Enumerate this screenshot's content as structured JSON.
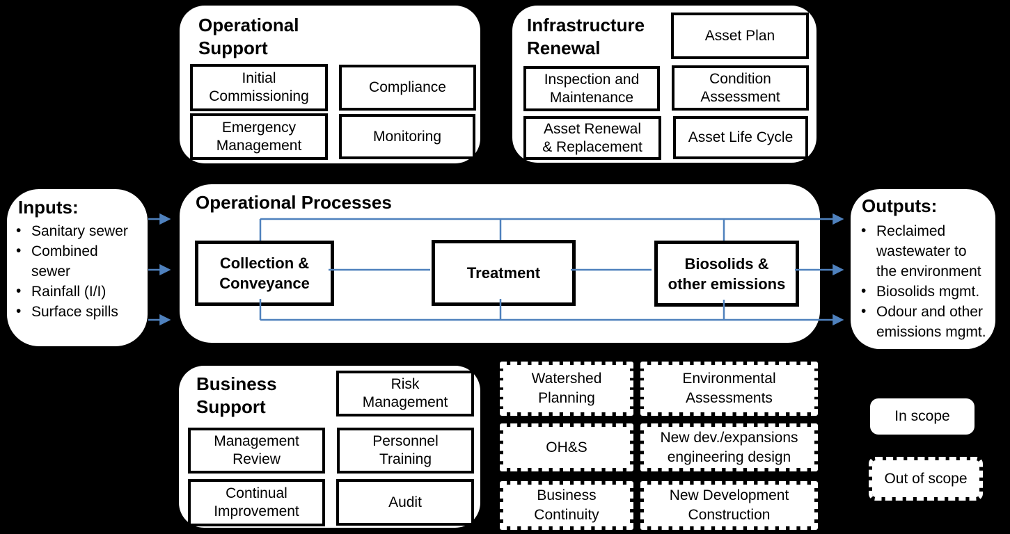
{
  "colors": {
    "background": "#000000",
    "panel_fill": "#ffffff",
    "box_border": "#000000",
    "connector_blue": "#4f81bd"
  },
  "operational_support": {
    "title": "Operational\nSupport",
    "items": [
      "Initial\nCommissioning",
      "Compliance",
      "Emergency\nManagement",
      "Monitoring"
    ]
  },
  "infrastructure_renewal": {
    "title": "Infrastructure\nRenewal",
    "items": [
      "Asset Plan",
      "Inspection and\nMaintenance",
      "Condition\nAssessment",
      "Asset Renewal\n& Replacement",
      "Asset Life Cycle"
    ]
  },
  "inputs": {
    "title": "Inputs:",
    "items": [
      "Sanitary sewer",
      "Combined\nsewer",
      "Rainfall (I/I)",
      "Surface spills"
    ]
  },
  "operational_processes": {
    "title": "Operational Processes",
    "stages": [
      "Collection &\nConveyance",
      "Treatment",
      "Biosolids &\nother emissions"
    ]
  },
  "outputs": {
    "title": "Outputs:",
    "items": [
      "Reclaimed\nwastewater to\nthe environment",
      "Biosolids mgmt.",
      "Odour and other\nemissions mgmt."
    ]
  },
  "business_support": {
    "title": "Business\nSupport",
    "items": [
      "Risk\nManagement",
      "Management\nReview",
      "Personnel\nTraining",
      "Continual\nImprovement",
      "Audit"
    ]
  },
  "out_of_scope_boxes": [
    "Watershed\nPlanning",
    "Environmental\nAssessments",
    "OH&S",
    "New dev./expansions\nengineering design",
    "Business\nContinuity",
    "New Development\nConstruction"
  ],
  "legend": {
    "in_scope": "In scope",
    "out_of_scope": "Out of scope"
  }
}
